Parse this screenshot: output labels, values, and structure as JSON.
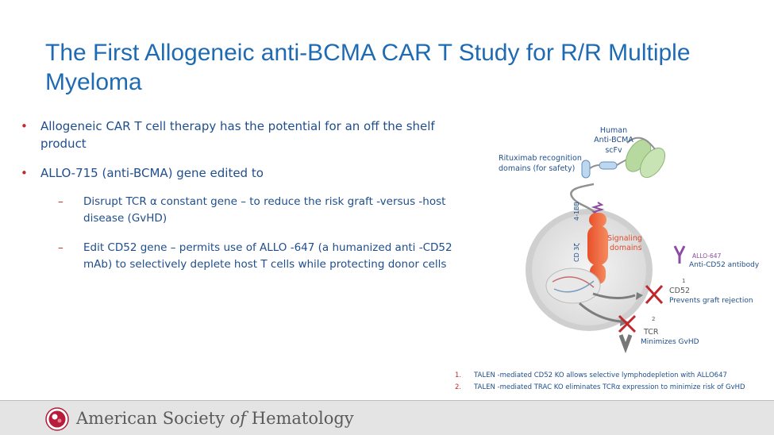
{
  "slide": {
    "title": "The First Allogeneic anti-BCMA CAR T Study for R/R Multiple Myeloma",
    "bullets": [
      {
        "text": "Allogeneic CAR T cell therapy has the potential for an off the shelf product"
      },
      {
        "text": "ALLO-715 (anti-BCMA) gene edited to",
        "subbullets": [
          {
            "text": "Disrupt TCR α constant gene  – to reduce the risk graft  -versus -host disease (GvHD)"
          },
          {
            "text": "Edit CD52 gene  – permits use of ALLO  -647 (a humanized anti  -CD52 mAb) to selectively deplete host T cells while protecting donor cells"
          }
        ]
      }
    ],
    "bullet_marker": "•",
    "sub_marker": "–"
  },
  "figure": {
    "labels": {
      "human": "Human",
      "anti_bcma": "Anti-BCMA",
      "scfv": "scFv",
      "rituximab_1": "Rituximab recognition",
      "rituximab_2": "domains (for safety)",
      "costim": "4-1BB",
      "cd3": "CD 3ζ",
      "signaling_1": "Signaling",
      "signaling_2": "domains",
      "allo647": "ALLO-647",
      "anti_cd52": "Anti-CD52 antibody",
      "cd52": "CD52",
      "prevents": "Prevents graft rejection",
      "step1": "1",
      "step2": "2",
      "tcr": "TCR",
      "minimizes": "Minimizes GvHD"
    }
  },
  "footnotes": [
    {
      "num": "1.",
      "text": "TALEN -mediated CD52 KO allows selective lymphodepletion with ALLO647"
    },
    {
      "num": "2.",
      "text": "TALEN -mediated TRAC KO eliminates TCRα expression to minimize risk of GvHD"
    }
  ],
  "footer": {
    "org_pre": "American Society ",
    "org_of": "of",
    "org_post": " Hematology"
  },
  "colors": {
    "title": "#1F6BB3",
    "text": "#1F4E8C",
    "accent": "#C0282E",
    "footer_bg": "#E4E4E4"
  }
}
